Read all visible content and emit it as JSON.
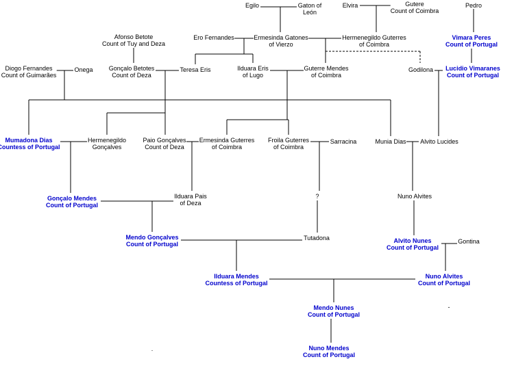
{
  "diagram_type": "family-tree",
  "colors": {
    "background": "#ffffff",
    "line": "#000000",
    "text": "#000000",
    "count_of_portugal_text": "#0000cc"
  },
  "persons": {
    "egilo": {
      "line1": "Egilo"
    },
    "gaton": {
      "line1": "Gaton of",
      "line2": "León"
    },
    "elvira": {
      "line1": "Elvira"
    },
    "gutere": {
      "line1": "Gutere",
      "line2": "Count of Coimbra"
    },
    "pedro": {
      "line1": "Pedro"
    },
    "afonso_betote": {
      "line1": "Afonso Betote",
      "line2": "Count of Tuy and Deza"
    },
    "ero_fernandes": {
      "line1": "Ero Fernandes"
    },
    "ermesinda_gatones": {
      "line1": "Ermesinda Gatones",
      "line2": "of Vierzo"
    },
    "hermenegildo_guterres": {
      "line1": "Hermenegildo Guterres",
      "line2": "of Coimbra"
    },
    "vimara_peres": {
      "line1": "Vimara Peres",
      "line2": "Count of Portugal"
    },
    "diogo_fernandes": {
      "line1": "Diogo Fernandes",
      "line2": "Count of Guimarães"
    },
    "onega": {
      "line1": "Onega"
    },
    "goncalo_betotes": {
      "line1": "Gonçalo Betotes",
      "line2": "Count of Deza"
    },
    "teresa_eris": {
      "line1": "Teresa Eris"
    },
    "ilduara_eris": {
      "line1": "Ilduara Eris",
      "line2": "of Lugo"
    },
    "guterre_mendes": {
      "line1": "Guterre Mendes",
      "line2": "of Coimbra"
    },
    "godilona": {
      "line1": "Godilona"
    },
    "lucidio_vimaranes": {
      "line1": "Lucidio Vimaranes",
      "line2": "Count of Portugal"
    },
    "mumadona_dias": {
      "line1": "Mumadona Dias",
      "line2": "Countess of Portugal"
    },
    "hermenegildo_goncalves": {
      "line1": "Hermenegildo",
      "line2": "Gonçalves"
    },
    "paio_goncalves": {
      "line1": "Paio Gonçalves",
      "line2": "Count of Deza"
    },
    "ermesinda_guterres": {
      "line1": "Ermesinda Guterres",
      "line2": "of Coimbra"
    },
    "froila_guterres": {
      "line1": "Froila Guterres",
      "line2": "of Coimbra"
    },
    "sarracina": {
      "line1": "Sarracina"
    },
    "munia_dias": {
      "line1": "Munia Dias"
    },
    "alvito_lucides": {
      "line1": "Alvito Lucides"
    },
    "goncalo_mendes": {
      "line1": "Gonçalo Mendes",
      "line2": "Count of Portugal"
    },
    "ilduara_pais": {
      "line1": "Ilduara Pais",
      "line2": "of Deza"
    },
    "unknown_daughter": {
      "line1": "?"
    },
    "nuno_alvites_elder": {
      "line1": "Nuno Alvites"
    },
    "mendo_goncalves": {
      "line1": "Mendo Gonçalves",
      "line2": "Count of Portugal"
    },
    "tutadona": {
      "line1": "Tutadona"
    },
    "alvito_nunes": {
      "line1": "Alvito Nunes",
      "line2": "Count of Portugal"
    },
    "gontina": {
      "line1": "Gontina"
    },
    "ilduara_mendes": {
      "line1": "Ilduara Mendes",
      "line2": "Countess of Portugal"
    },
    "nuno_alvites_count": {
      "line1": "Nuno Alvites",
      "line2": "Count of Portugal"
    },
    "mendo_nunes": {
      "line1": "Mendo Nunes",
      "line2": "Count of Portugal"
    },
    "nuno_mendes": {
      "line1": "Nuno Mendes",
      "line2": "Count of Portugal"
    }
  },
  "marks": {
    "dash": "-",
    "dot": "."
  }
}
